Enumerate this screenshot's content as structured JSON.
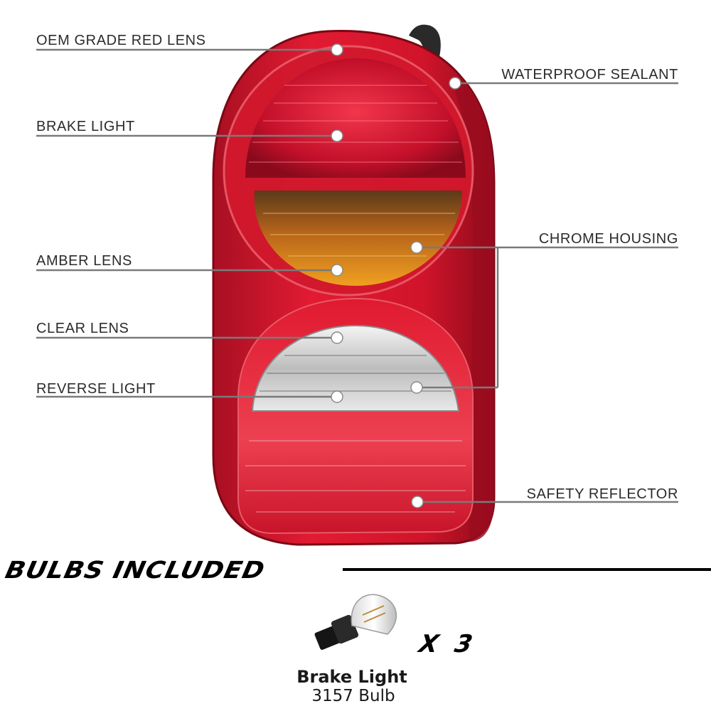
{
  "callouts": {
    "oem_grade_red_lens": "OEM GRADE RED LENS",
    "brake_light": "BRAKE LIGHT",
    "amber_lens": "AMBER LENS",
    "clear_lens": "CLEAR LENS",
    "reverse_light": "REVERSE LIGHT",
    "waterproof_sealant": "WATERPROOF SEALANT",
    "chrome_housing": "CHROME HOUSING",
    "safety_reflector": "SAFETY REFLECTOR"
  },
  "bulbs": {
    "heading": "BULBS INCLUDED",
    "quantity": "X 3",
    "name": "Brake Light",
    "type": "3157 Bulb"
  },
  "colors": {
    "housing_red": "#c8102e",
    "lens_red": "#e0142d",
    "amber": "#e88a12",
    "clear": "#d9d9d9",
    "leader_line": "#7a7a7a"
  }
}
